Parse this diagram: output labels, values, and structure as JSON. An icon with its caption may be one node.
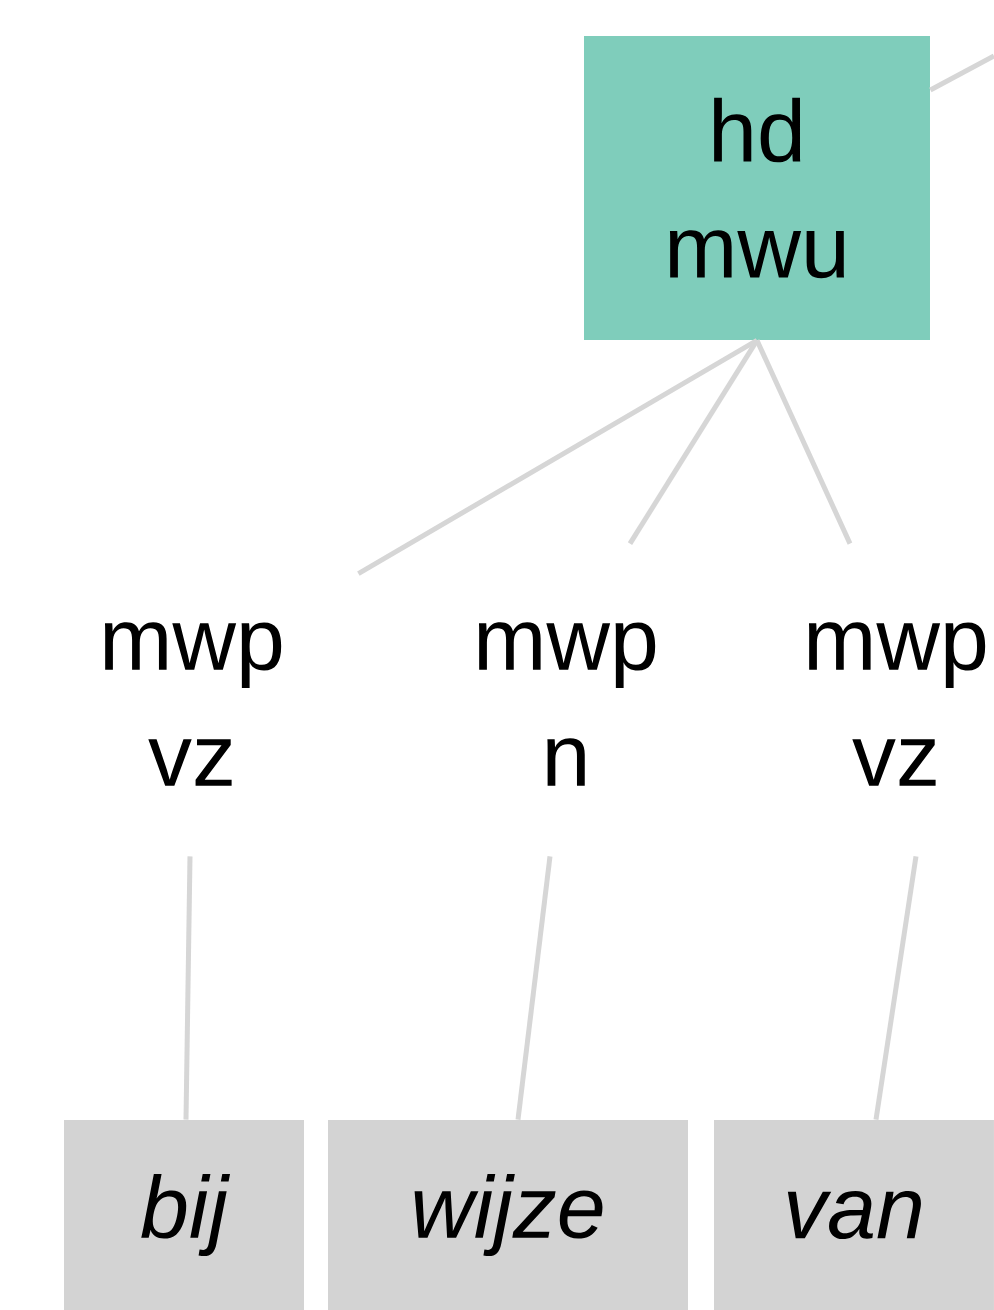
{
  "diagram": {
    "nodes": [
      {
        "text": [
          "hd",
          "mwu"
        ]
      },
      {
        "text": [
          "mwp",
          "vz"
        ]
      },
      {
        "text": [
          "mwp",
          "n"
        ]
      },
      {
        "text": [
          "mwp",
          "vz"
        ]
      },
      {
        "text": [
          "bij"
        ]
      },
      {
        "text": [
          "wijze"
        ]
      },
      {
        "text": [
          "van"
        ]
      }
    ],
    "edges": [
      {
        "from": null,
        "to": 0,
        "arrow": "none"
      },
      {
        "from": 0,
        "to": 1,
        "arrow": "none"
      },
      {
        "from": 0,
        "to": 2,
        "arrow": "none"
      },
      {
        "from": 0,
        "to": 3,
        "arrow": "none"
      },
      {
        "from": 1,
        "to": 4,
        "arrow": "none"
      },
      {
        "from": 2,
        "to": 5,
        "arrow": "none"
      },
      {
        "from": 3,
        "to": 6,
        "arrow": "none"
      }
    ]
  }
}
